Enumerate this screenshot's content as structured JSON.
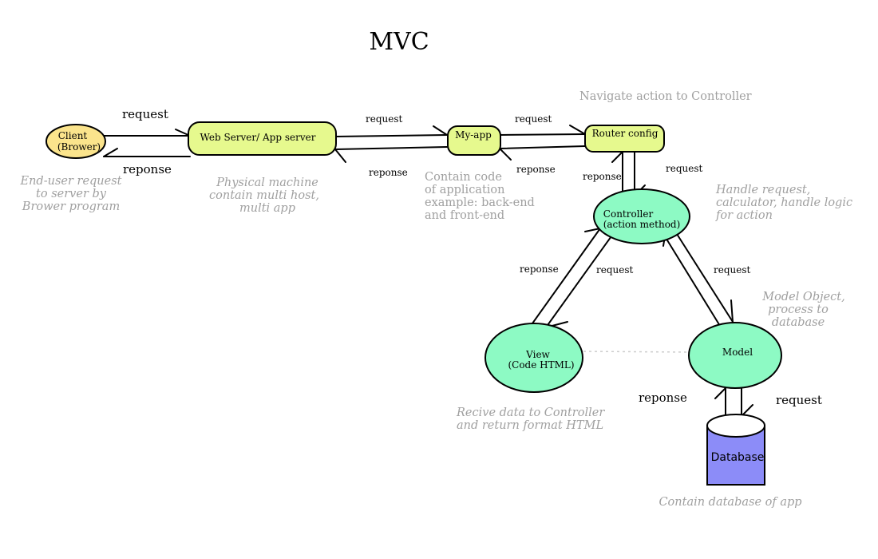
{
  "title": "MVC",
  "colors": {
    "box_fill": "#e6f98e",
    "client_fill": "#fbe48c",
    "mvc_fill": "#8dfac4",
    "database_fill": "#8c8cf8",
    "note_text": "#a0a0a0"
  },
  "nodes": {
    "client": [
      "Client",
      "(Brower)"
    ],
    "web_server": "Web Server/ App server",
    "my_app": "My-app",
    "router": "Router  config",
    "controller": [
      "Controller",
      "(action  method)"
    ],
    "view": [
      "View",
      "(Code  HTML)"
    ],
    "model": "Model",
    "database": "Database"
  },
  "edge_labels": {
    "client_request": "request",
    "client_reponse": "reponse",
    "web_request": "request",
    "web_reponse": "reponse",
    "app_request": "request",
    "app_reponse": "reponse",
    "router_reponse": "reponse",
    "router_request": "request",
    "view_reponse": "reponse",
    "view_request": "request",
    "model_request": "request",
    "db_reponse": "reponse",
    "db_request": "request"
  },
  "notes": {
    "client": [
      "End-user request",
      "to server by",
      "Brower program"
    ],
    "web_server": [
      "Physical machine",
      "contain multi host,",
      "multi app"
    ],
    "my_app": [
      "Contain code",
      "of application",
      "example: back-end",
      "and front-end"
    ],
    "router": "Navigate  action  to  Controller",
    "controller": [
      "Handle request,",
      "calculator, handle logic",
      "for action"
    ],
    "model": [
      "Model Object,",
      "process to",
      "database"
    ],
    "view": [
      "Recive data to Controller",
      "and return format HTML"
    ],
    "database": "Contain database of app"
  }
}
